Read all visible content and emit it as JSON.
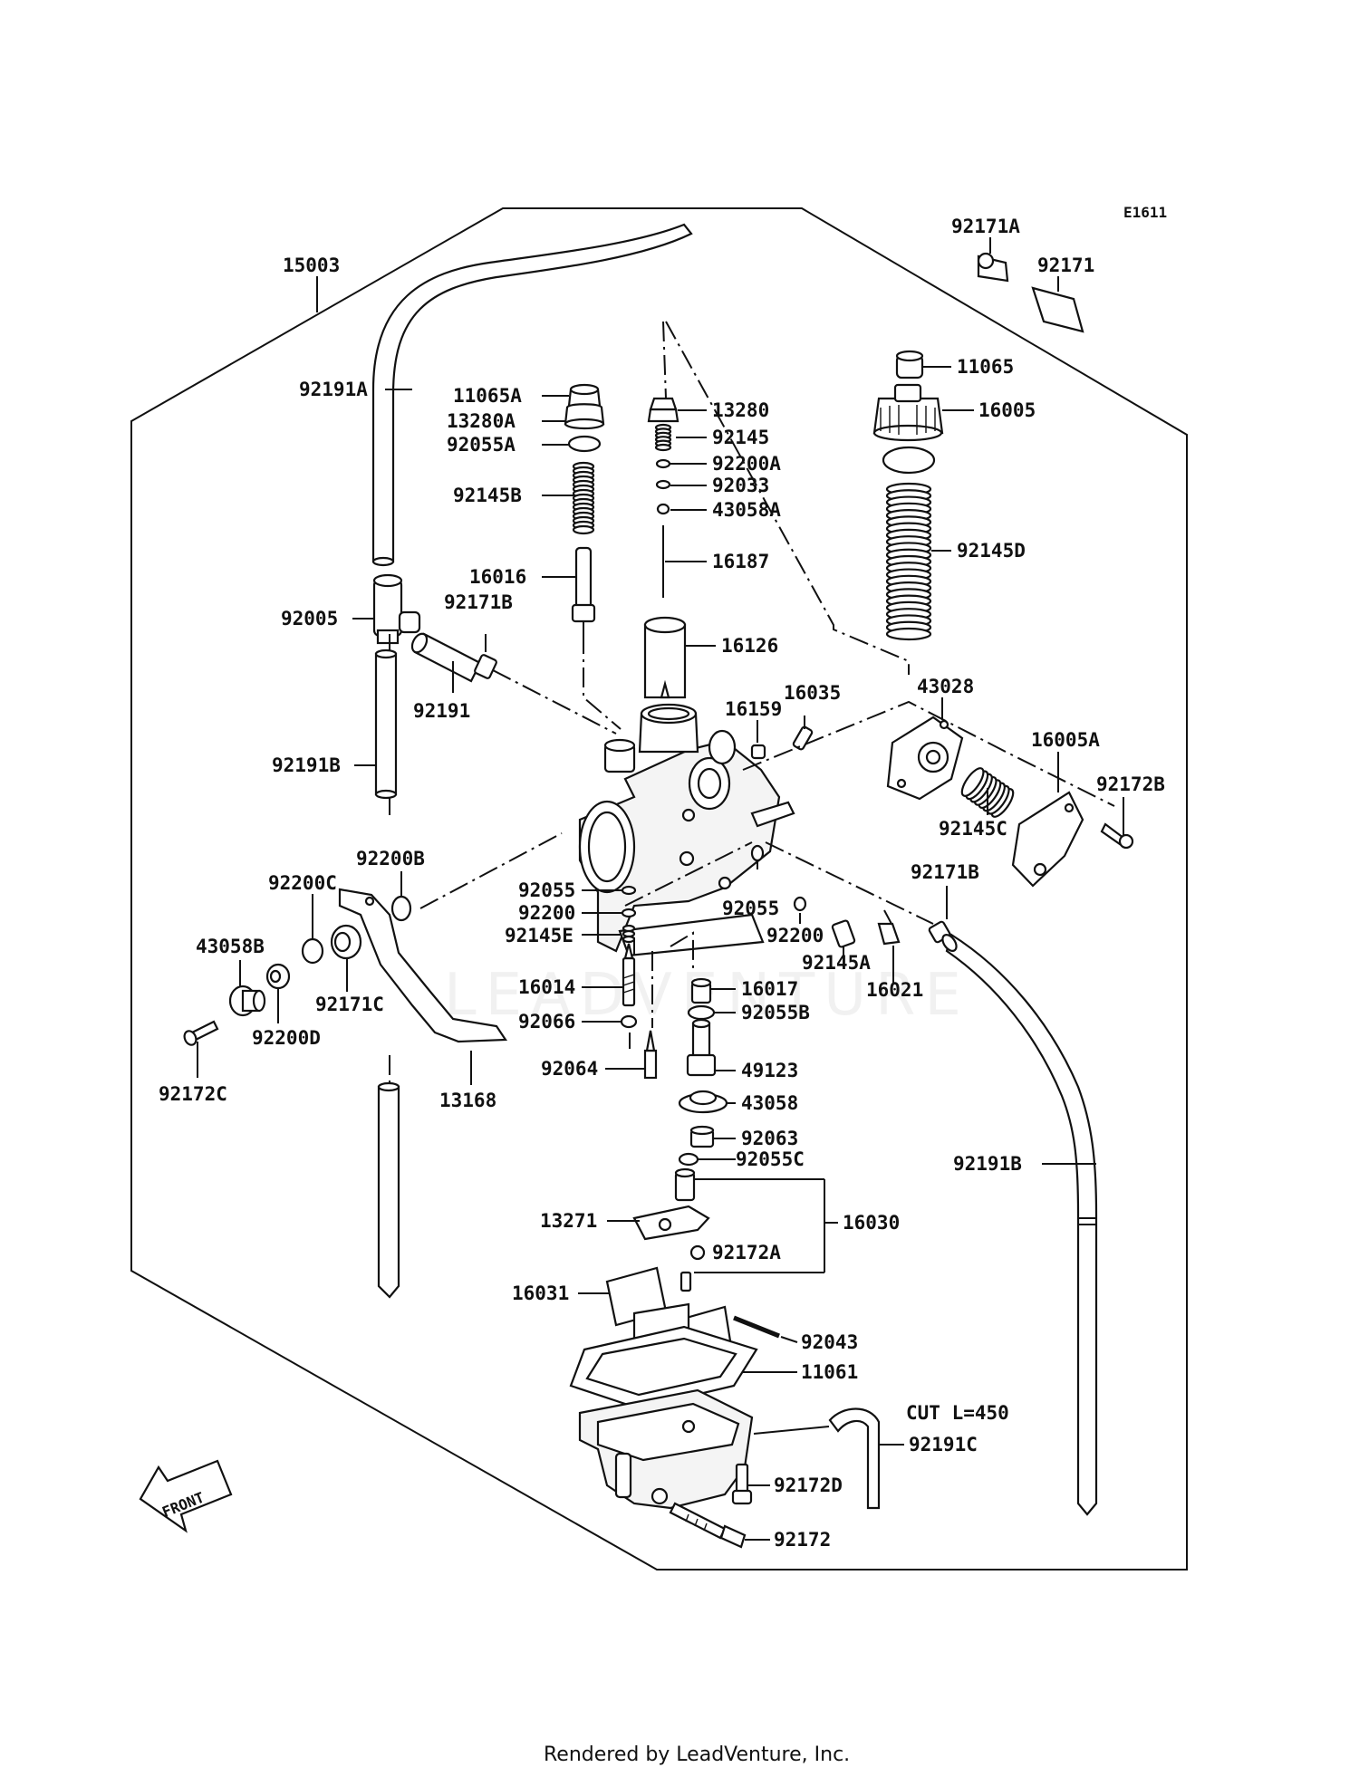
{
  "diagram": {
    "code": "E1611",
    "front_label": "FRONT",
    "cut_note": "CUT L=450",
    "watermark": "LEADVENTURE",
    "footer": "Rendered by LeadVenture, Inc."
  },
  "labels": {
    "p15003": "15003",
    "p92171A": "92171A",
    "p92171": "92171",
    "p92191A": "92191A",
    "p11065A": "11065A",
    "p13280A": "13280A",
    "p92055A": "92055A",
    "p92145B": "92145B",
    "p16016": "16016",
    "p92171B": "92171B",
    "p92005": "92005",
    "p92191": "92191",
    "p92191B_left": "92191B",
    "p92200B": "92200B",
    "p92200C": "92200C",
    "p43058B": "43058B",
    "p92200D": "92200D",
    "p92171C": "92171C",
    "p92172C": "92172C",
    "p13168": "13168",
    "p13280": "13280",
    "p92145": "92145",
    "p92200A": "92200A",
    "p92033": "92033",
    "p43058A": "43058A",
    "p16187": "16187",
    "p16126": "16126",
    "p16159": "16159",
    "p16035": "16035",
    "p11065": "11065",
    "p16005": "16005",
    "p92145D": "92145D",
    "p43028": "43028",
    "p16005A": "16005A",
    "p92172B": "92172B",
    "p92145C": "92145C",
    "p92171B_right": "92171B",
    "p92055": "92055",
    "p92200": "92200",
    "p92145E": "92145E",
    "p92055_right": "92055",
    "p92200_right": "92200",
    "p92145A": "92145A",
    "p16021": "16021",
    "p16014": "16014",
    "p16017": "16017",
    "p92066": "92066",
    "p92055B": "92055B",
    "p92064": "92064",
    "p49123": "49123",
    "p43058": "43058",
    "p92063": "92063",
    "p92055C": "92055C",
    "p92191B_right": "92191B",
    "p13271": "13271",
    "p16030": "16030",
    "p92172A": "92172A",
    "p16031": "16031",
    "p92043": "92043",
    "p11061": "11061",
    "p92191C": "92191C",
    "p92172D": "92172D",
    "p92172": "92172"
  }
}
